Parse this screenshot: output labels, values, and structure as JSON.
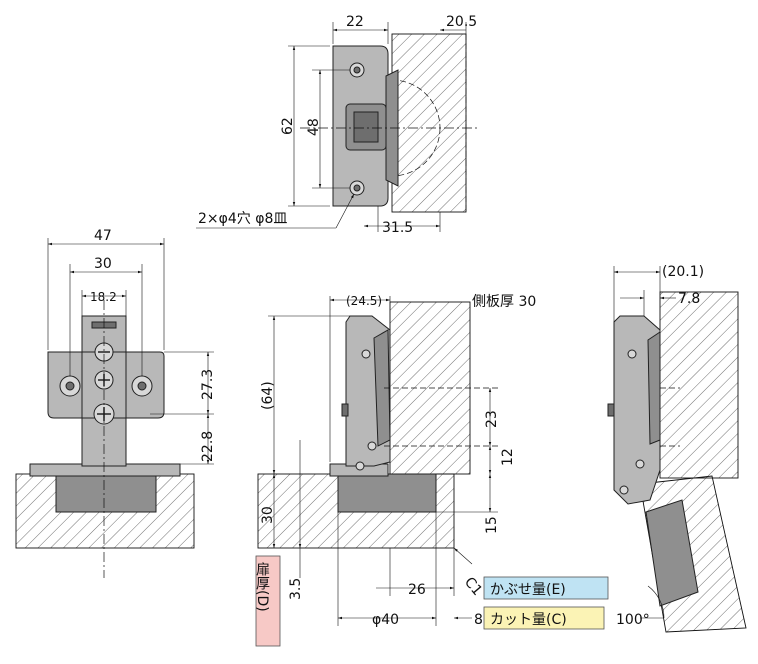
{
  "dimensions": {
    "top_view": {
      "width": "22",
      "depth": "20.5",
      "height": "62",
      "hole_pitch": "48",
      "offset": "31.5",
      "holes_note": "2×φ4穴 φ8皿"
    },
    "front_view": {
      "overall": "47",
      "hole_pitch": "30",
      "inner": "18.2",
      "height_upper": "27.3",
      "height_lower": "22.8",
      "depth": "30",
      "thickness": "3.5"
    },
    "side_view": {
      "top_offset": "(24.5)",
      "panel_thickness": "側板厚 30",
      "height": "(64)",
      "dim_23": "23",
      "dim_12": "12",
      "dim_15": "15",
      "cup_dia": "φ40",
      "dim_26": "26",
      "dim_8": "8",
      "chamfer": "C1"
    },
    "open_view": {
      "reach": "(20.1)",
      "offset": "7.8",
      "angle": "100°"
    }
  },
  "labels": {
    "door_thickness": "扉厚(D)",
    "overlay": "かぶせ量(E)",
    "cut": "カット量(C)"
  },
  "colors": {
    "door_label_bg": "#f7c9c6",
    "overlay_label_bg": "#bfe3f3",
    "cut_label_bg": "#fbf3b5",
    "hinge_body": "#8f8f8f"
  }
}
